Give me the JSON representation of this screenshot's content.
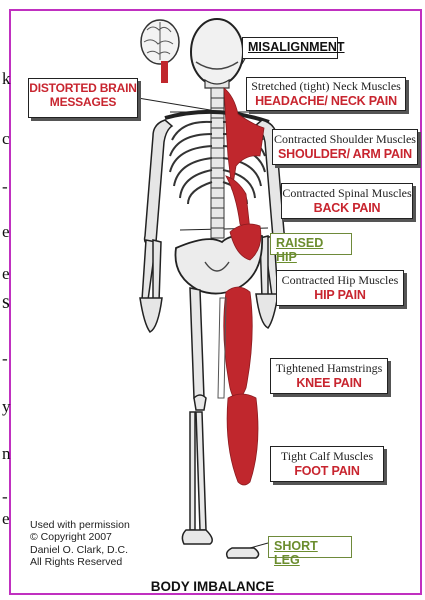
{
  "left_glyphs": [
    "k",
    "c",
    "-",
    "e",
    "e",
    "s",
    "-",
    "y",
    "n",
    "-",
    "e"
  ],
  "callouts": {
    "misalignment": "MISALIGNMENT",
    "brain_line1": "DISTORTED BRAIN",
    "brain_line2": "MESSAGES",
    "neck_sub": "Stretched (tight) Neck Muscles",
    "neck_main": "HEADACHE/ NECK PAIN",
    "shoulder_sub": "Contracted Shoulder Muscles",
    "shoulder_main": "SHOULDER/ ARM PAIN",
    "spinal_sub": "Contracted Spinal Muscles",
    "spinal_main": "BACK PAIN",
    "raised_hip": "RAISED HIP",
    "hip_sub": "Contracted Hip Muscles",
    "hip_main": "HIP PAIN",
    "ham_sub": "Tightened Hamstrings",
    "ham_main": "KNEE PAIN",
    "calf_sub": "Tight Calf Muscles",
    "calf_main": "FOOT PAIN",
    "short_leg": "SHORT LEG"
  },
  "copyright": {
    "line1": "Used with permission",
    "line2": "© Copyright 2007",
    "line3": "Daniel O. Clark, D.C.",
    "line4": "All Rights Reserved"
  },
  "footer_title": "BODY IMBALANCE",
  "colors": {
    "frame": "#c030c0",
    "muscle": "#c0272d",
    "pain_text": "#c8252f",
    "green": "#6b8d2e"
  }
}
